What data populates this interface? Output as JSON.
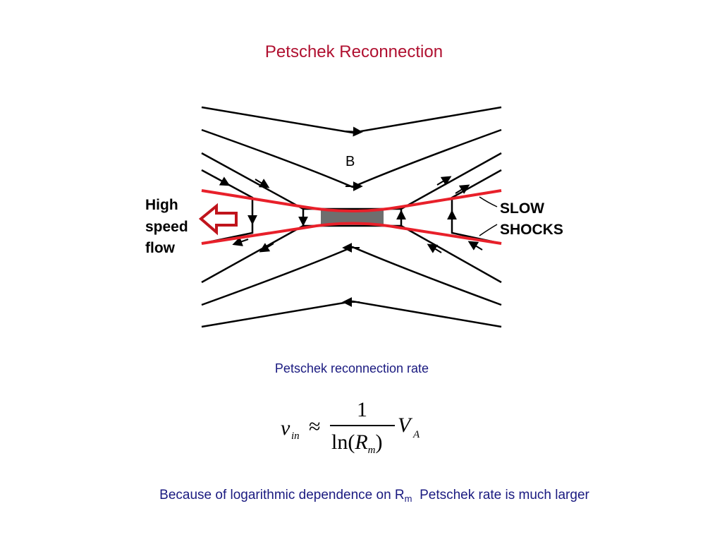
{
  "title": "Petschek Reconnection",
  "diagram": {
    "field_label": "B",
    "flow_label_lines": [
      "High",
      "speed",
      "flow"
    ],
    "shock_label_lines": [
      "SLOW",
      "SHOCKS"
    ],
    "colors": {
      "field_lines": "#000000",
      "shocks": "#e8202a",
      "diffusion_region": "#6e6e6e",
      "flow_arrow": "#c0141c"
    },
    "icons": [
      "left-arrow-icon",
      "arrowhead-icon"
    ]
  },
  "caption": "Petschek reconnection rate",
  "formula": {
    "lhs_symbol": "v",
    "lhs_subscript": "in",
    "relation": "≈",
    "numerator": "1",
    "denominator_prefix": "ln(",
    "denominator_symbol": "R",
    "denominator_subscript": "m",
    "denominator_suffix": ")",
    "rhs_symbol": "V",
    "rhs_subscript": "A"
  },
  "footer": {
    "before": "Because of logarithmic dependence on R",
    "subscript": "m",
    "after": "  Petschek rate is much larger"
  }
}
